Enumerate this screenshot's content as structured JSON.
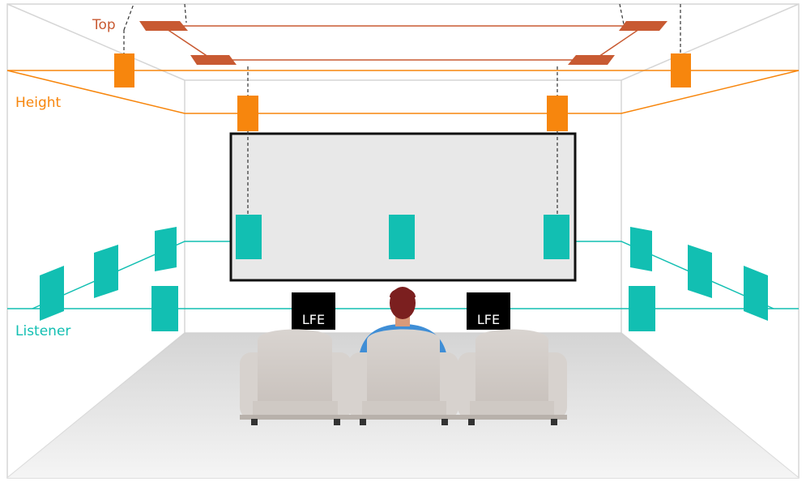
{
  "labels": {
    "top": "Top",
    "height": "Height",
    "listener": "Listener"
  },
  "subwoofers": {
    "left": "LFE",
    "right": "LFE"
  },
  "colors": {
    "top": "#c85a32",
    "height": "#f7860d",
    "listener": "#12bfb2",
    "room_line": "#d6d6d6",
    "floor": "#d9d9d9",
    "screen_fill": "#e8e8e8",
    "screen_border": "#111111",
    "sub_fill": "#000000",
    "seat": "#e0dcd9",
    "seat_shadow": "#bdb7b2",
    "shirt": "#3f8ed6",
    "hair": "#7b1f1f"
  }
}
